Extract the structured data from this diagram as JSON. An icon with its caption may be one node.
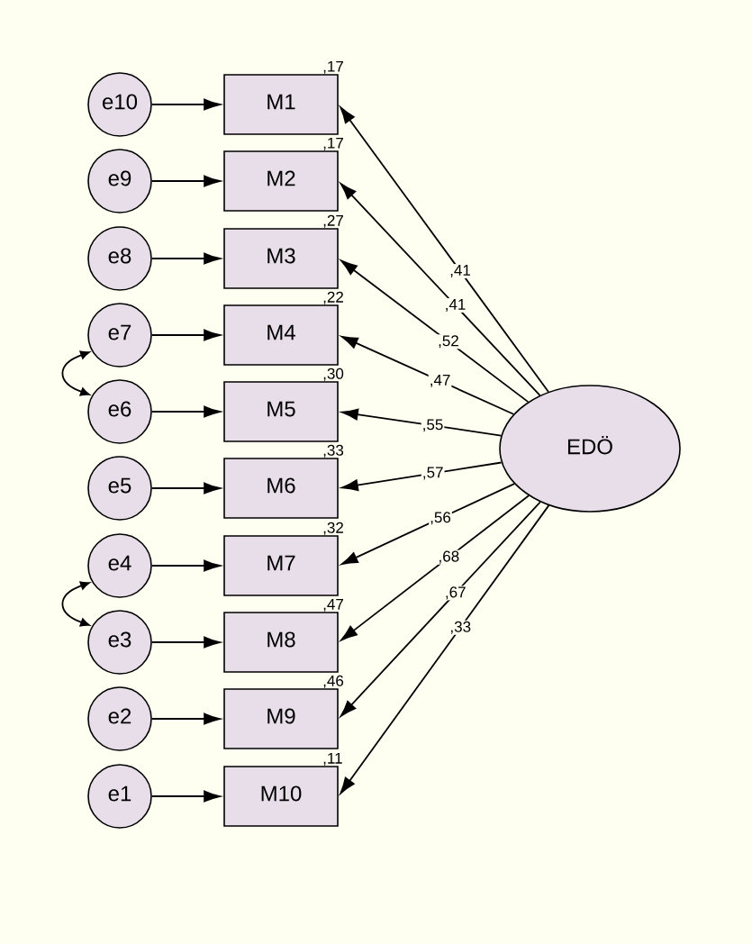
{
  "diagram": {
    "nodes": [
      {
        "text": [
          "e10"
        ]
      },
      {
        "text": [
          "e9"
        ]
      },
      {
        "text": [
          "e8"
        ]
      },
      {
        "text": [
          "e7"
        ]
      },
      {
        "text": [
          "e6"
        ]
      },
      {
        "text": [
          "e5"
        ]
      },
      {
        "text": [
          "e4"
        ]
      },
      {
        "text": [
          "e3"
        ]
      },
      {
        "text": [
          "e2"
        ]
      },
      {
        "text": [
          "e1"
        ]
      },
      {
        "text": [
          "M1"
        ],
        "beside": [
          ",17"
        ]
      },
      {
        "text": [
          "M2"
        ],
        "beside": [
          ",17"
        ]
      },
      {
        "text": [
          "M3"
        ],
        "beside": [
          ",27"
        ]
      },
      {
        "text": [
          "M4"
        ],
        "beside": [
          ",22"
        ]
      },
      {
        "text": [
          "M5"
        ],
        "beside": [
          ",30"
        ]
      },
      {
        "text": [
          "M6"
        ],
        "beside": [
          ",33"
        ]
      },
      {
        "text": [
          "M7"
        ],
        "beside": [
          ",32"
        ]
      },
      {
        "text": [
          "M8"
        ],
        "beside": [
          ",47"
        ]
      },
      {
        "text": [
          "M9"
        ],
        "beside": [
          ",46"
        ]
      },
      {
        "text": [
          "M10"
        ],
        "beside": [
          ",11"
        ]
      },
      {
        "text": [
          "EDÖ"
        ]
      }
    ],
    "edges": [
      {
        "from": 0,
        "to": 10,
        "arrow": "to"
      },
      {
        "from": 1,
        "to": 11,
        "arrow": "to"
      },
      {
        "from": 2,
        "to": 12,
        "arrow": "to"
      },
      {
        "from": 3,
        "to": 13,
        "arrow": "to"
      },
      {
        "from": 4,
        "to": 14,
        "arrow": "to"
      },
      {
        "from": 5,
        "to": 15,
        "arrow": "to"
      },
      {
        "from": 6,
        "to": 16,
        "arrow": "to"
      },
      {
        "from": 7,
        "to": 17,
        "arrow": "to"
      },
      {
        "from": 8,
        "to": 18,
        "arrow": "to"
      },
      {
        "from": 9,
        "to": 19,
        "arrow": "to"
      },
      {
        "from": 20,
        "to": 10,
        "arrow": "to",
        "label": ",41"
      },
      {
        "from": 20,
        "to": 11,
        "arrow": "to",
        "label": ",41"
      },
      {
        "from": 20,
        "to": 12,
        "arrow": "to",
        "label": ",52"
      },
      {
        "from": 20,
        "to": 13,
        "arrow": "to",
        "label": ",47"
      },
      {
        "from": 20,
        "to": 14,
        "arrow": "to",
        "label": ",55"
      },
      {
        "from": 20,
        "to": 15,
        "arrow": "to",
        "label": ",57"
      },
      {
        "from": 20,
        "to": 16,
        "arrow": "to",
        "label": ",56"
      },
      {
        "from": 20,
        "to": 17,
        "arrow": "to",
        "label": ",68"
      },
      {
        "from": 20,
        "to": 18,
        "arrow": "to",
        "label": ",67"
      },
      {
        "from": 20,
        "to": 19,
        "arrow": "to",
        "label": ",33"
      },
      {
        "from": 3,
        "to": 4,
        "arrow": "both"
      },
      {
        "from": 6,
        "to": 7,
        "arrow": "both"
      }
    ]
  }
}
